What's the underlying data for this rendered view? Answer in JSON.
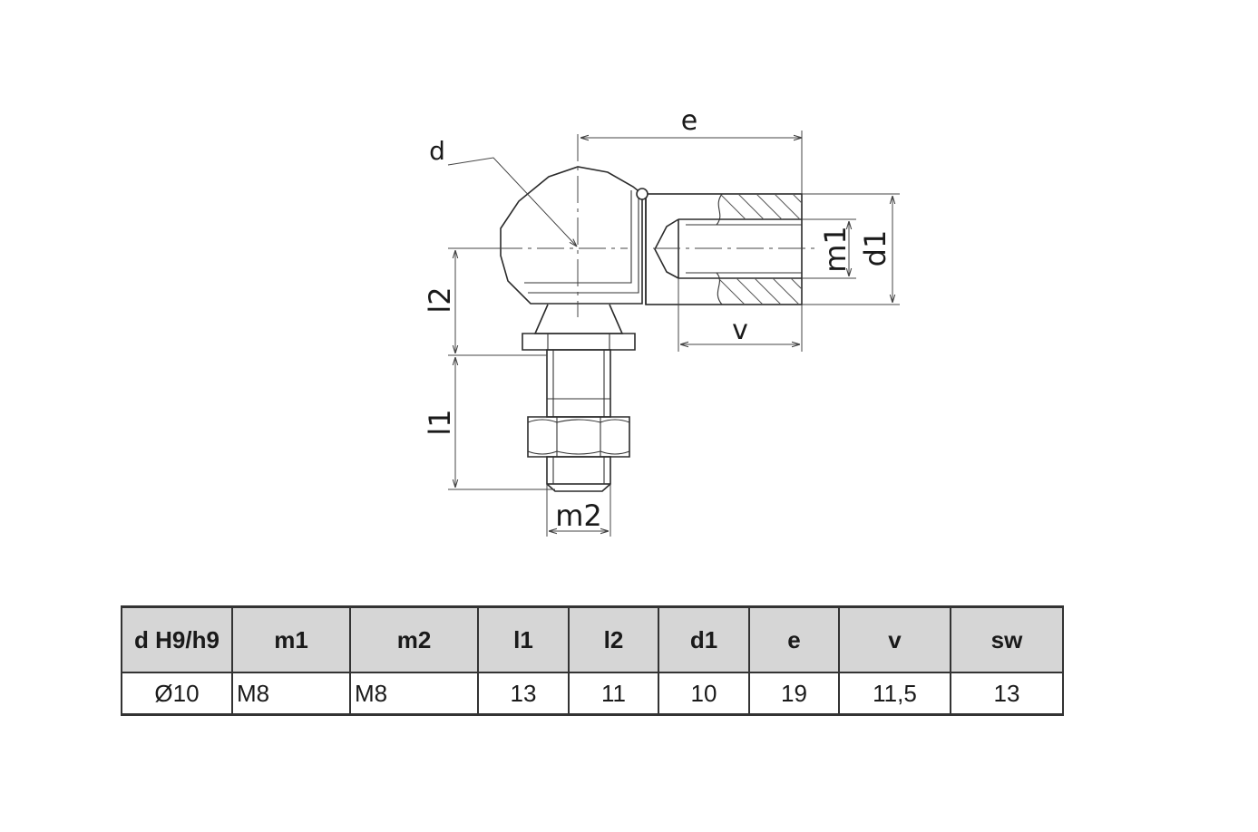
{
  "drawing": {
    "labels": {
      "e": "e",
      "d": "d",
      "m1": "m1",
      "d1": "d1",
      "l2": "l2",
      "l1": "l1",
      "v": "v",
      "m2": "m2"
    }
  },
  "table": {
    "headers": [
      "d H9/h9",
      "m1",
      "m2",
      "l1",
      "l2",
      "d1",
      "e",
      "v",
      "sw"
    ],
    "rows": [
      [
        "Ø10",
        "M8",
        "M8",
        "13",
        "11",
        "10",
        "19",
        "11,5",
        "13"
      ]
    ]
  }
}
